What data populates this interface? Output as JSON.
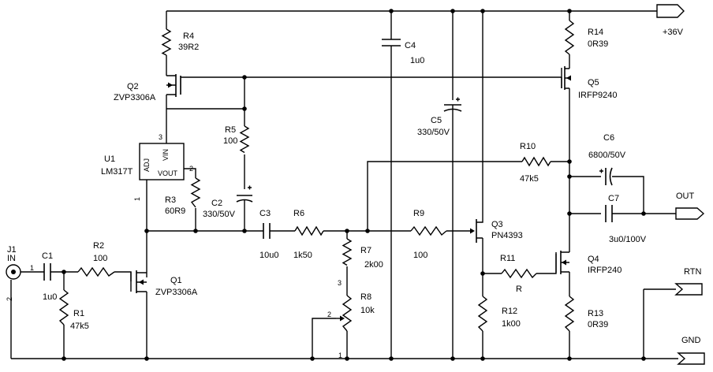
{
  "components": {
    "r4": {
      "ref": "R4",
      "value": "39R2"
    },
    "q2": {
      "ref": "Q2",
      "value": "ZVP3306A"
    },
    "u1": {
      "ref": "U1",
      "value": "LM317T",
      "pin_adj": "ADJ",
      "pin_vin": "VIN",
      "pin_vout": "VOUT",
      "pin1": "1",
      "pin2": "2",
      "pin3": "3"
    },
    "r5": {
      "ref": "R5",
      "value": "100"
    },
    "r3": {
      "ref": "R3",
      "value": "60R9"
    },
    "c2": {
      "ref": "C2",
      "value": "330/50V"
    },
    "c3": {
      "ref": "C3",
      "value": "10u0"
    },
    "r6": {
      "ref": "R6",
      "value": "1k50"
    },
    "r7": {
      "ref": "R7",
      "value": "2k00"
    },
    "r8": {
      "ref": "R8",
      "value": "10k",
      "pin1": "1",
      "pin2": "2",
      "pin3": "3"
    },
    "r9": {
      "ref": "R9",
      "value": "100"
    },
    "c4": {
      "ref": "C4",
      "value": "1u0"
    },
    "c5": {
      "ref": "C5",
      "value": "330/50V"
    },
    "q3": {
      "ref": "Q3",
      "value": "PN4393"
    },
    "r10": {
      "ref": "R10",
      "value": "47k5"
    },
    "r11": {
      "ref": "R11",
      "value": "R"
    },
    "r12": {
      "ref": "R12",
      "value": "1k00"
    },
    "r14": {
      "ref": "R14",
      "value": "0R39"
    },
    "q5": {
      "ref": "Q5",
      "value": "IRFP9240"
    },
    "c6": {
      "ref": "C6",
      "value": "6800/50V"
    },
    "c7": {
      "ref": "C7",
      "value": "3u0/100V"
    },
    "q4": {
      "ref": "Q4",
      "value": "IRFP240"
    },
    "r13": {
      "ref": "R13",
      "value": "0R39"
    },
    "j1": {
      "ref": "J1",
      "value": "IN",
      "pin1": "1",
      "pin2": "2"
    },
    "c1": {
      "ref": "C1",
      "value": "1u0"
    },
    "r2": {
      "ref": "R2",
      "value": "100"
    },
    "r1": {
      "ref": "R1",
      "value": "47k5"
    },
    "q1": {
      "ref": "Q1",
      "value": "ZVP3306A"
    }
  },
  "ports": {
    "supply": "+36V",
    "out": "OUT",
    "rtn": "RTN",
    "gnd": "GND"
  }
}
